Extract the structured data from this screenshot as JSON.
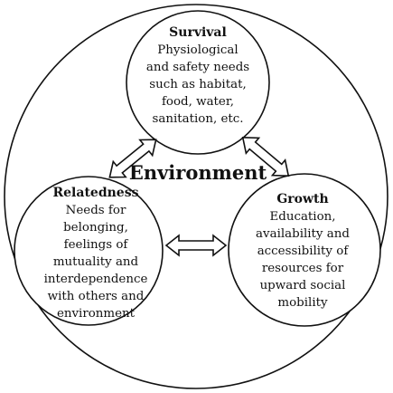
{
  "diagram": {
    "center_label": "Environment",
    "nodes": {
      "survival": {
        "title": "Survival",
        "lines": [
          "Physiological",
          "and safety needs",
          "such as habitat,",
          "food, water,",
          "sanitation, etc."
        ]
      },
      "relatedness": {
        "title": "Relatedness",
        "lines": [
          "Needs for",
          "belonging,",
          "feelings of",
          "mutuality and",
          "interdependence",
          "with others and",
          "environment"
        ]
      },
      "growth": {
        "title": "Growth",
        "lines": [
          "Education,",
          "availability and",
          "accessibility of",
          "resources for",
          "upward social",
          "mobility"
        ]
      }
    },
    "colors": {
      "stroke": "#111111",
      "fill": "#ffffff"
    }
  }
}
